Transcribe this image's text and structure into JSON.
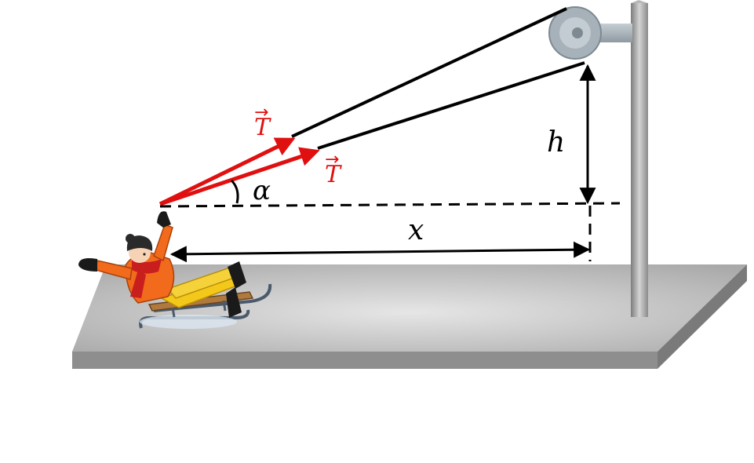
{
  "labels": {
    "tension_upper": "T",
    "tension_lower": "T",
    "angle": "α",
    "height": "h",
    "distance": "x"
  },
  "colors": {
    "force": "#e01010",
    "rope": "#000000",
    "platform_top": "#c8c8c8",
    "platform_front": "#8e8e8e",
    "pole": "#9a9a9a",
    "pulley": "#a6b1b9",
    "jacket": "#f26a1b",
    "trousers": "#f3c81a"
  },
  "icons": [
    "pulley-icon",
    "child-on-sled-icon"
  ]
}
